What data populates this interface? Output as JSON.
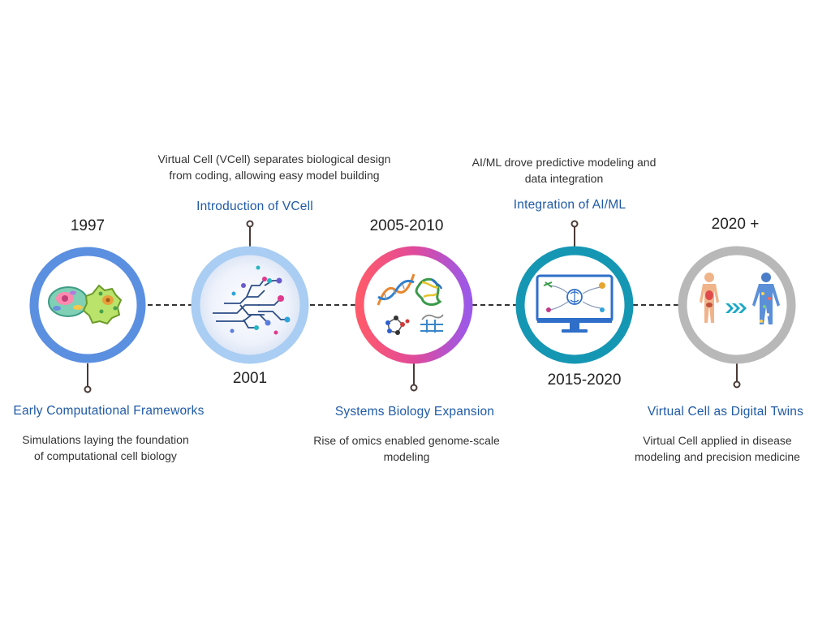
{
  "milestones": [
    {
      "year": "1997",
      "title": "Early Computational Frameworks",
      "desc": [
        "Simulations laying the foundation",
        "of computational cell biology"
      ],
      "ring_color": "#5b8fe0",
      "icon": "cell-icon"
    },
    {
      "year": "2001",
      "title": "Introduction of VCell",
      "desc": [
        "Virtual Cell (VCell) separates biological design",
        "from coding, allowing easy model building"
      ],
      "ring_color": "#a9cdf3",
      "icon": "circuit-cell-icon"
    },
    {
      "year": "2005-2010",
      "title": "Systems Biology Expansion",
      "desc": [
        "Rise of omics enabled genome-scale",
        "modeling"
      ],
      "ring_color": "#e7457a",
      "icon": "dna-protein-icon"
    },
    {
      "year": "2015-2020",
      "title": "Integration of AI/ML",
      "desc": [
        "AI/ML drove predictive modeling and",
        "data integration"
      ],
      "ring_color": "#1597b4",
      "icon": "monitor-brain-icon"
    },
    {
      "year": "2020 +",
      "title": "Virtual Cell as Digital Twins",
      "desc": [
        "Virtual Cell applied in disease",
        "modeling and precision medicine"
      ],
      "ring_color": "#b8b8b8",
      "icon": "digital-twin-icon"
    }
  ]
}
